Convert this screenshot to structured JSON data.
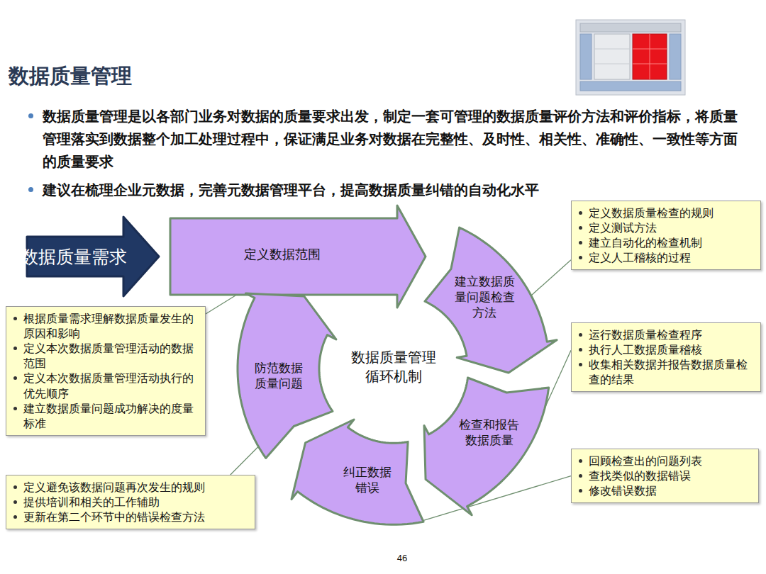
{
  "diagram": {
    "title": "数据质量管理",
    "nodes": [
      {
        "text": [
          "数据质量需求"
        ]
      },
      {
        "text": [
          "定义数据范围"
        ]
      },
      {
        "text": [
          "建立数据质量问题检查方法"
        ]
      },
      {
        "text": [
          "检查和报告数据质量"
        ]
      },
      {
        "text": [
          "纠正数据错误"
        ]
      },
      {
        "text": [
          "防范数据质量问题"
        ]
      },
      {
        "text": [
          "定义数据质量检查的规则",
          "定义测试方法",
          "建立自动化的检查机制",
          "定义人工稽核的过程"
        ]
      },
      {
        "text": [
          "运行数据质量检查程序",
          "执行人工数据质量稽核",
          "收集相关数据并报告数据质量检查的结果"
        ]
      },
      {
        "text": [
          "回顾检查出的问题列表",
          "查找类似的数据错误",
          "修改错误数据"
        ]
      },
      {
        "text": [
          "根据质量需求理解数据质量发生的原因和影响",
          "定义本次数据质量管理活动的数据范围",
          "定义本次数据质量管理活动执行的优先顺序",
          "建立数据质量问题成功解决的度量标准"
        ]
      },
      {
        "text": [
          "定义避免该数据问题再次发生的规则",
          "提供培训和相关的工作辅助",
          "更新在第二个环节中的错误检查方法"
        ]
      }
    ],
    "edges": [
      {
        "from": 6,
        "to": 2,
        "arrow": "none"
      },
      {
        "from": 7,
        "to": 3,
        "arrow": "none"
      },
      {
        "from": 8,
        "to": 4,
        "arrow": "none"
      },
      {
        "from": 9,
        "to": 1,
        "arrow": "none"
      },
      {
        "from": 10,
        "to": 5,
        "arrow": "none"
      }
    ],
    "labels": [
      "数据质量管理是以各部门业务对数据的质量要求出发，制定一套可管理的数据质量评价方法和评价指标，将质量管理落实到数据整个加工处理过程中，保证满足业务对数据在完整性、及时性、相关性、准确性、一致性等方面的质量要求",
      "建议在梳理企业元数据，完善元数据管理平台，提高数据质量纠错的自动化水平",
      "数据质量管理循环机制",
      "46"
    ]
  }
}
